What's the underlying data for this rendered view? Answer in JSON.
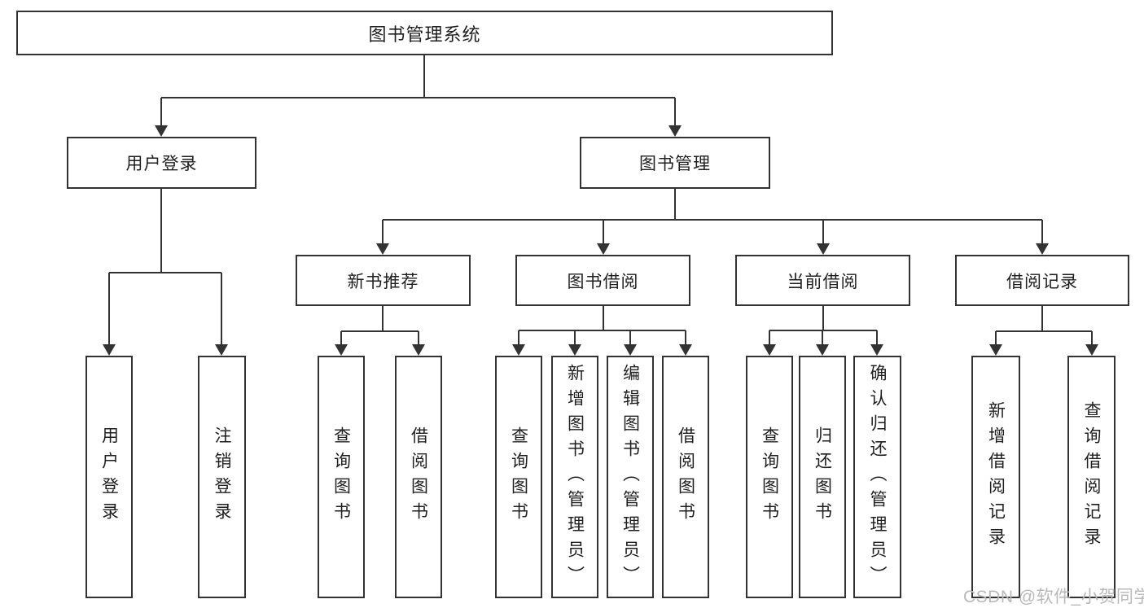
{
  "diagram": {
    "tree": {
      "label": "图书管理系统",
      "children": [
        {
          "label": "用户登录",
          "children": [
            {
              "label": "用户登录"
            },
            {
              "label": "注销登录"
            }
          ]
        },
        {
          "label": "图书管理",
          "children": [
            {
              "label": "新书推荐",
              "children": [
                {
                  "label": "查询图书"
                },
                {
                  "label": "借阅图书"
                }
              ]
            },
            {
              "label": "图书借阅",
              "children": [
                {
                  "label": "查询图书"
                },
                {
                  "label": "新增图书（管理员）"
                },
                {
                  "label": "编辑图书（管理员）"
                },
                {
                  "label": "借阅图书"
                }
              ]
            },
            {
              "label": "当前借阅",
              "children": [
                {
                  "label": "查询图书"
                },
                {
                  "label": "归还图书"
                },
                {
                  "label": "确认归还（管理员）"
                }
              ]
            },
            {
              "label": "借阅记录",
              "children": [
                {
                  "label": "新增借阅记录"
                },
                {
                  "label": "查询借阅记录"
                }
              ]
            }
          ]
        }
      ]
    },
    "watermark": "CSDN @软件_小贺同学",
    "colors": {
      "line": "#333333",
      "text": "#1f1f1f",
      "background": "#ffffff",
      "watermark": "#b9b9b9"
    }
  }
}
